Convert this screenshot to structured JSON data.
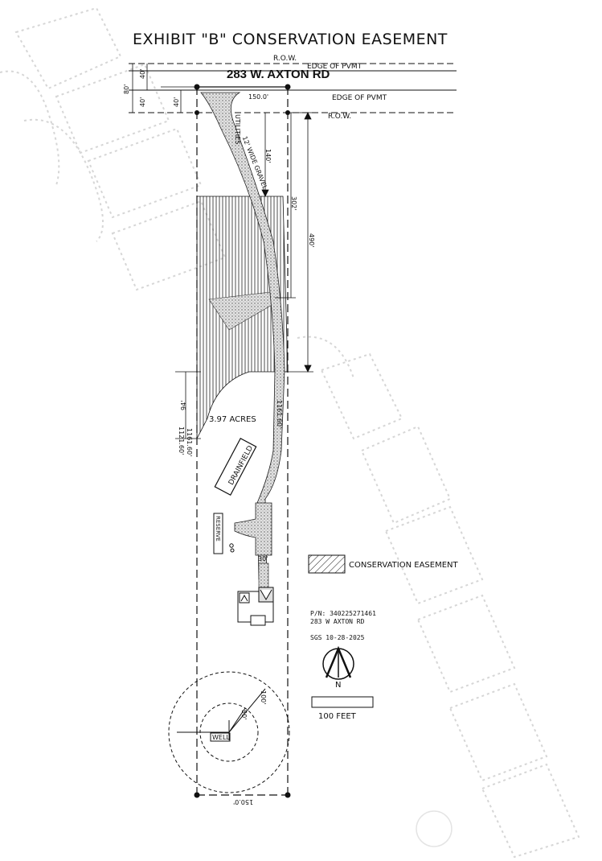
{
  "title": "EXHIBIT \"B\" CONSERVATION EASEMENT",
  "road_name": "283 W. AXTON RD",
  "labels": {
    "row_top": "R.O.W.",
    "edge_pvmt_top": "EDGE OF PVMT",
    "edge_pvmt_bottom": "EDGE OF PVMT",
    "row_bottom": "R.O.W.",
    "dim_80": "80'",
    "dim_40_a": "40'",
    "dim_40_b": "40'",
    "dim_40_c": "40'",
    "frontage": "150.0'",
    "utilities": "UTILITIES",
    "gravel": "12' WIDE GRAVEL",
    "dim_140": "140'",
    "dim_302": "302'",
    "dim_490": "490'",
    "dim_94": "94'",
    "acres": "3.97 ACRES",
    "west_line": "1161.60'",
    "west_line_2": "1121.60'",
    "east_line": "1161.60'",
    "drainfield": "DRAINFIELD",
    "reserve": "RESERVE",
    "dim_30": "30'",
    "dim_100": "100'",
    "dim_50": "50'",
    "well": "WELL",
    "bottom_width": "150.0'"
  },
  "legend": {
    "easement_label": "CONSERVATION EASEMENT",
    "pn": "P/N: 340225271461",
    "address": "283 W AXTON RD",
    "sgs": "SGS 10-28-2025",
    "north": "N",
    "scale": "100 FEET"
  },
  "colors": {
    "ink": "#111111",
    "watermark": "#d8d8d8",
    "gravel": "#cfcfcf"
  }
}
